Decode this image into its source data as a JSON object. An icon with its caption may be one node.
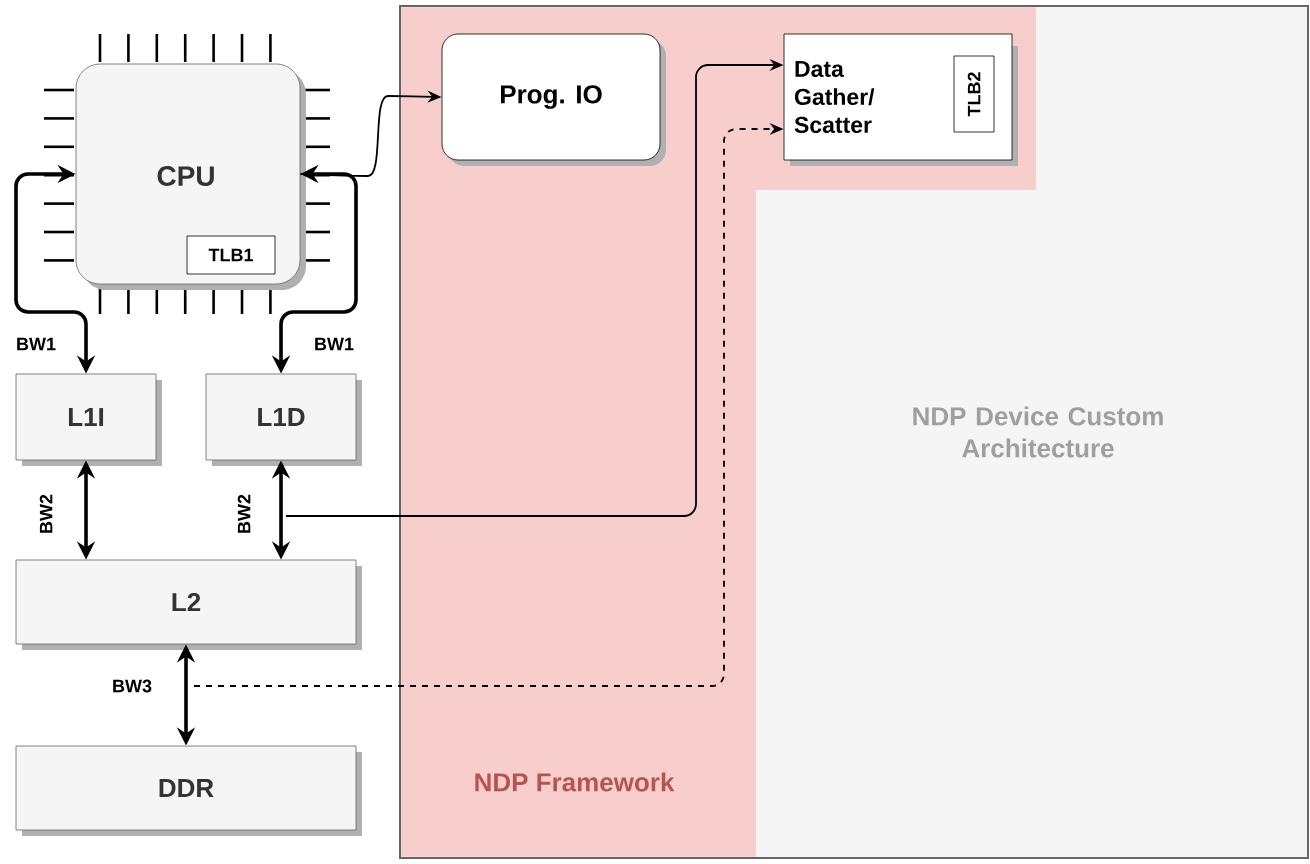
{
  "diagram": {
    "nodes": [
      {
        "text": [
          "NDP Device Custom Architecture"
        ]
      },
      {
        "text": [
          "NDP Framework"
        ],
        "in": 0
      },
      {
        "text": [
          "CPU"
        ]
      },
      {
        "text": [
          "TLB1"
        ],
        "in": 2
      },
      {
        "text": [
          "L1I"
        ]
      },
      {
        "text": [
          "L1D"
        ]
      },
      {
        "text": [
          "L2"
        ]
      },
      {
        "text": [
          "DDR"
        ]
      },
      {
        "text": [
          "Prog. IO"
        ],
        "in": 1
      },
      {
        "text": [
          "Data Gather/ Scatter"
        ],
        "in": 1
      },
      {
        "text": [
          "TLB2"
        ],
        "in": 9
      }
    ],
    "edges": [
      {
        "from": 2,
        "to": 4,
        "arrow": "both",
        "label": "BW1"
      },
      {
        "from": 2,
        "to": 5,
        "arrow": "both",
        "label": "BW1"
      },
      {
        "from": 4,
        "to": 6,
        "arrow": "both",
        "label": "BW2"
      },
      {
        "from": 5,
        "to": 6,
        "arrow": "both",
        "label": "BW2"
      },
      {
        "from": 6,
        "to": 7,
        "arrow": "both",
        "label": "BW3"
      },
      {
        "from": 2,
        "to": 8,
        "arrow": "to"
      },
      {
        "from": null,
        "to": 9,
        "arrow": "to"
      },
      {
        "from": null,
        "to": 9,
        "arrow": "to",
        "style": "dashed"
      }
    ]
  }
}
